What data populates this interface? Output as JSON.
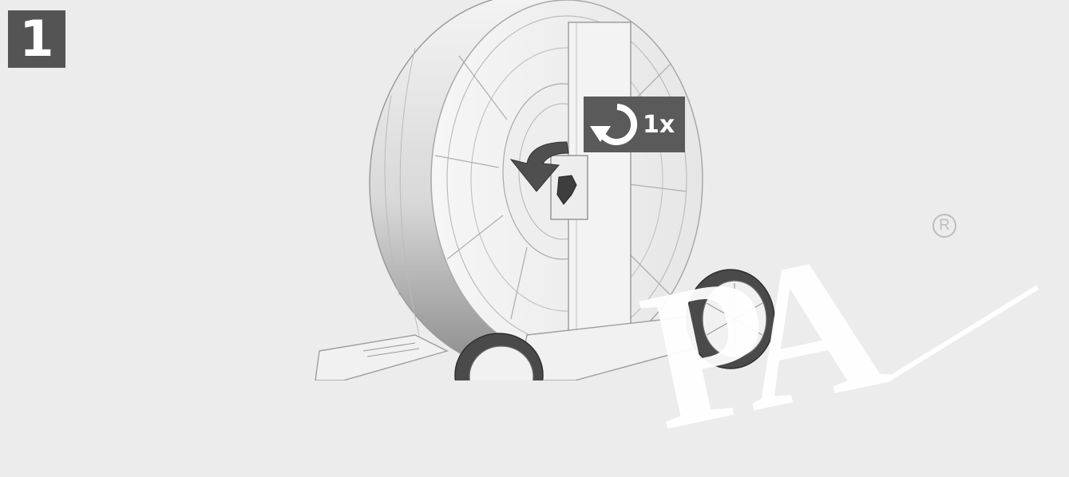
{
  "step": {
    "number": "1"
  },
  "rotate_badge": {
    "count": "1x",
    "icon": "rotate-counterclockwise-icon"
  },
  "watermark": {
    "text": "PA",
    "mark": "R"
  },
  "colors": {
    "background": "#ececec",
    "badge": "#545454",
    "arrow": "#4a4a4a"
  }
}
